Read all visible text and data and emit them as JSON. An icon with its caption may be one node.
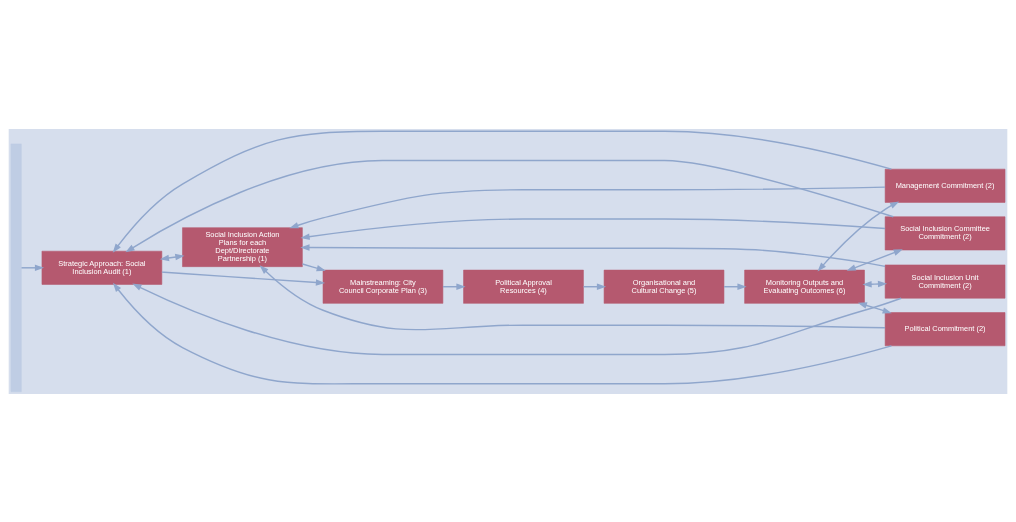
{
  "diagram": {
    "nodes": [
      {
        "text": [],
        "shape": "bar"
      },
      {
        "text": [
          "Management Commitment (2)"
        ]
      },
      {
        "text": [
          "Social Inclusion Committee Commitment (2)"
        ]
      },
      {
        "text": [
          "Political Commitment (2)"
        ]
      },
      {
        "text": [
          "Social Inclusion Unit Commitment (2)"
        ]
      },
      {
        "text": [
          "Strategic Approach: Social Inclusion Audit (1)"
        ]
      },
      {
        "text": [
          "Social Inclusion Action Plans for each Dept/Directorate Partnership (1)"
        ]
      },
      {
        "text": [
          "Mainstreaming: City Council Corporate Plan (3)"
        ]
      },
      {
        "text": [
          "Political Approval Resources (4)"
        ]
      },
      {
        "text": [
          "Organisational and Cultural Change (5)"
        ]
      },
      {
        "text": [
          "Monitoring Outputs and Evaluating Outcomes (6)"
        ]
      }
    ],
    "edges": [
      {
        "from": 0,
        "to": 5,
        "arrow": "to"
      },
      {
        "from": 1,
        "to": 5,
        "arrow": "to"
      },
      {
        "from": 2,
        "to": 5,
        "arrow": "to"
      },
      {
        "from": 3,
        "to": 5,
        "arrow": "to"
      },
      {
        "from": 4,
        "to": 5,
        "arrow": "to"
      },
      {
        "from": 1,
        "to": 6,
        "arrow": "to"
      },
      {
        "from": 2,
        "to": 6,
        "arrow": "to"
      },
      {
        "from": 3,
        "to": 6,
        "arrow": "to"
      },
      {
        "from": 4,
        "to": 6,
        "arrow": "to"
      },
      {
        "from": 5,
        "to": 6,
        "arrow": "both"
      },
      {
        "from": 5,
        "to": 7,
        "arrow": "to"
      },
      {
        "from": 6,
        "to": 7,
        "arrow": "to"
      },
      {
        "from": 7,
        "to": 8,
        "arrow": "to"
      },
      {
        "from": 8,
        "to": 9,
        "arrow": "to"
      },
      {
        "from": 9,
        "to": 10,
        "arrow": "to"
      },
      {
        "from": 10,
        "to": 1,
        "arrow": "both"
      },
      {
        "from": 10,
        "to": 2,
        "arrow": "both"
      },
      {
        "from": 10,
        "to": 3,
        "arrow": "both"
      },
      {
        "from": 10,
        "to": 4,
        "arrow": "both"
      }
    ]
  }
}
